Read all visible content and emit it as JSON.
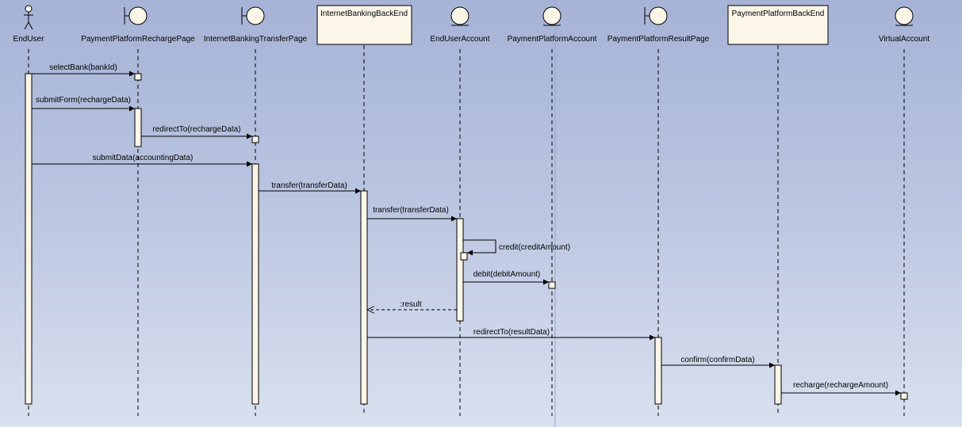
{
  "diagram": {
    "participants": [
      {
        "id": "enduser",
        "name": "EndUser",
        "kind": "actor"
      },
      {
        "id": "rechargepage",
        "name": "PaymentPlatformRechargePage",
        "kind": "boundary"
      },
      {
        "id": "transferpage",
        "name": "InternetBankingTransferPage",
        "kind": "boundary"
      },
      {
        "id": "bankbackend",
        "name": "InternetBankingBackEnd",
        "kind": "box"
      },
      {
        "id": "useraccount",
        "name": "EndUserAccount",
        "kind": "entity"
      },
      {
        "id": "platformaccount",
        "name": "PaymentPlatformAccount",
        "kind": "entity"
      },
      {
        "id": "resultpage",
        "name": "PaymentPlatformResultPage",
        "kind": "boundary"
      },
      {
        "id": "platformbackend",
        "name": "PaymentPlatformBackEnd",
        "kind": "box"
      },
      {
        "id": "virtualaccount",
        "name": "VirtualAccount",
        "kind": "entity"
      }
    ],
    "messages": [
      {
        "id": "m1",
        "from": "enduser",
        "to": "rechargepage",
        "label": "selectBank(bankId)",
        "type": "sync"
      },
      {
        "id": "m2",
        "from": "enduser",
        "to": "rechargepage",
        "label": "submitForm(rechargeData)",
        "type": "sync"
      },
      {
        "id": "m3",
        "from": "rechargepage",
        "to": "transferpage",
        "label": "redirectTo(rechargeData)",
        "type": "sync"
      },
      {
        "id": "m4",
        "from": "enduser",
        "to": "transferpage",
        "label": "submitData(accountingData)",
        "type": "sync"
      },
      {
        "id": "m5",
        "from": "transferpage",
        "to": "bankbackend",
        "label": "transfer(transferData)",
        "type": "sync"
      },
      {
        "id": "m6",
        "from": "bankbackend",
        "to": "useraccount",
        "label": "transfer(transferData)",
        "type": "sync"
      },
      {
        "id": "m7",
        "from": "useraccount",
        "to": "useraccount",
        "label": "credit(creditAmount)",
        "type": "self"
      },
      {
        "id": "m8",
        "from": "useraccount",
        "to": "platformaccount",
        "label": "debit(debitAmount)",
        "type": "sync"
      },
      {
        "id": "m9",
        "from": "useraccount",
        "to": "bankbackend",
        "label": ":result",
        "type": "return"
      },
      {
        "id": "m10",
        "from": "bankbackend",
        "to": "resultpage",
        "label": "redirectTo(resultData)",
        "type": "sync"
      },
      {
        "id": "m11",
        "from": "resultpage",
        "to": "platformbackend",
        "label": "confirm(confirmData)",
        "type": "sync"
      },
      {
        "id": "m12",
        "from": "platformbackend",
        "to": "virtualaccount",
        "label": "recharge(rechargeAmount)",
        "type": "sync"
      }
    ]
  }
}
